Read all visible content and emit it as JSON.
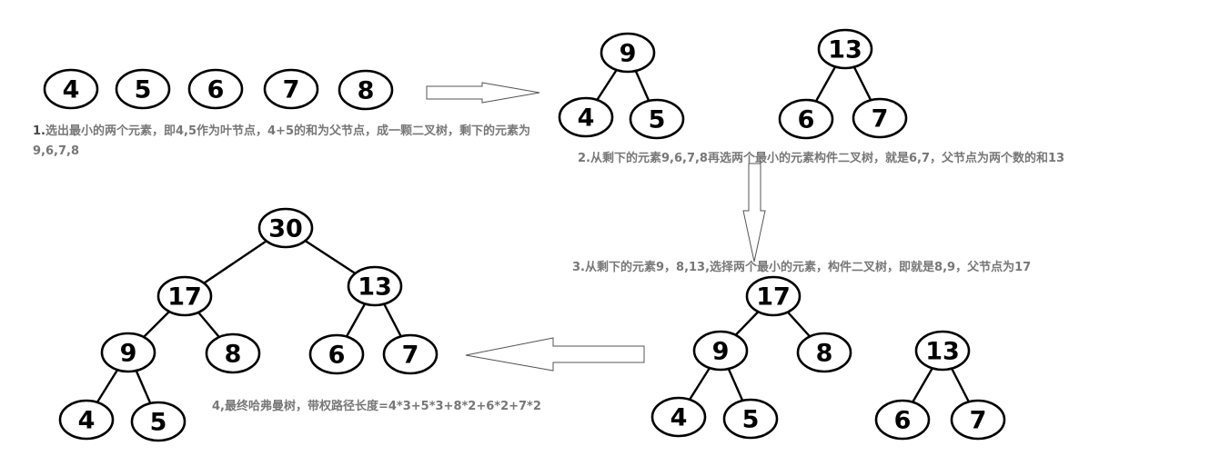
{
  "captions": {
    "step1_num": "1.",
    "step1": "选出最小的两个元素，即4,5作为叶节点，4+5的和为父节点，成一颗二叉树，剩下的元素为9,6,7,8",
    "step2": "2.从剩下的元素9,6,7,8再选两个最小的元素构件二叉树，就是6,7，父节点为两个数的和13",
    "step3": "3.从剩下的元素9，8,13,选择两个最小的元素，构件二叉树，即就是8,9，父节点为17",
    "step4": "4,最终哈弗曼树，带权路径长度=4*3+5*3+8*2+6*2+7*2"
  },
  "step1": {
    "nodes": [
      {
        "id": "s1-n4",
        "label": "4"
      },
      {
        "id": "s1-n5",
        "label": "5"
      },
      {
        "id": "s1-n6",
        "label": "6"
      },
      {
        "id": "s1-n7",
        "label": "7"
      },
      {
        "id": "s1-n8",
        "label": "8"
      }
    ],
    "edges": []
  },
  "step2": {
    "nodes": [
      {
        "id": "s2-n9",
        "label": "9"
      },
      {
        "id": "s2-n4",
        "label": "4"
      },
      {
        "id": "s2-n5",
        "label": "5"
      },
      {
        "id": "s2-n13",
        "label": "13"
      },
      {
        "id": "s2-n6",
        "label": "6"
      },
      {
        "id": "s2-n7",
        "label": "7"
      }
    ],
    "edges": [
      [
        "s2-n9",
        "s2-n4"
      ],
      [
        "s2-n9",
        "s2-n5"
      ],
      [
        "s2-n13",
        "s2-n6"
      ],
      [
        "s2-n13",
        "s2-n7"
      ]
    ]
  },
  "step3": {
    "nodes": [
      {
        "id": "s3-n17",
        "label": "17"
      },
      {
        "id": "s3-n9",
        "label": "9"
      },
      {
        "id": "s3-n8",
        "label": "8"
      },
      {
        "id": "s3-n4",
        "label": "4"
      },
      {
        "id": "s3-n5",
        "label": "5"
      },
      {
        "id": "s3-n13",
        "label": "13"
      },
      {
        "id": "s3-n6",
        "label": "6"
      },
      {
        "id": "s3-n7",
        "label": "7"
      }
    ],
    "edges": [
      [
        "s3-n17",
        "s3-n9"
      ],
      [
        "s3-n17",
        "s3-n8"
      ],
      [
        "s3-n9",
        "s3-n4"
      ],
      [
        "s3-n9",
        "s3-n5"
      ],
      [
        "s3-n13",
        "s3-n6"
      ],
      [
        "s3-n13",
        "s3-n7"
      ]
    ]
  },
  "step4": {
    "nodes": [
      {
        "id": "s4-n30",
        "label": "30"
      },
      {
        "id": "s4-n17",
        "label": "17"
      },
      {
        "id": "s4-n13",
        "label": "13"
      },
      {
        "id": "s4-n9",
        "label": "9"
      },
      {
        "id": "s4-n8",
        "label": "8"
      },
      {
        "id": "s4-n6",
        "label": "6"
      },
      {
        "id": "s4-n7",
        "label": "7"
      },
      {
        "id": "s4-n4",
        "label": "4"
      },
      {
        "id": "s4-n5",
        "label": "5"
      }
    ],
    "edges": [
      [
        "s4-n30",
        "s4-n17"
      ],
      [
        "s4-n30",
        "s4-n13"
      ],
      [
        "s4-n17",
        "s4-n9"
      ],
      [
        "s4-n17",
        "s4-n8"
      ],
      [
        "s4-n13",
        "s4-n6"
      ],
      [
        "s4-n13",
        "s4-n7"
      ],
      [
        "s4-n9",
        "s4-n4"
      ],
      [
        "s4-n9",
        "s4-n5"
      ]
    ]
  },
  "arrows": [
    {
      "id": "arrow-right",
      "direction": "right"
    },
    {
      "id": "arrow-down",
      "direction": "down"
    },
    {
      "id": "arrow-left",
      "direction": "left"
    }
  ]
}
